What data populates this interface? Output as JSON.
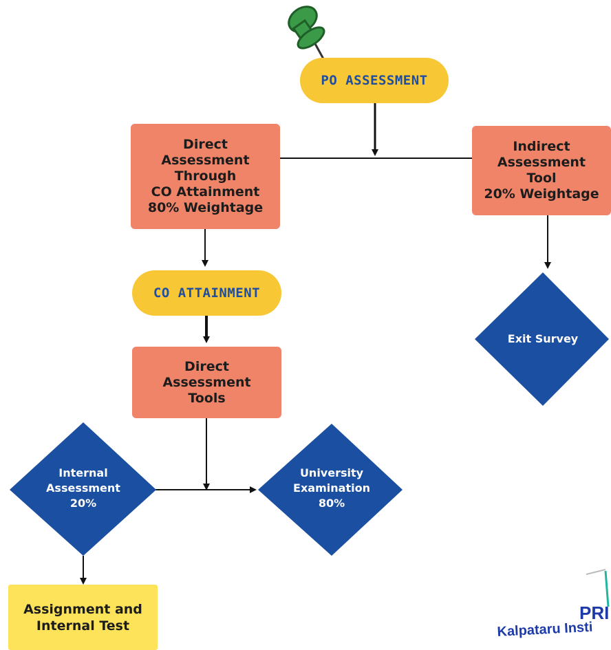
{
  "nodes": {
    "po_assessment": "PO ASSESSMENT",
    "direct_assessment_co": "Direct\nAssessment\nThrough\nCO Attainment\n80% Weightage",
    "indirect_assessment": "Indirect\nAssessment\nTool\n20% Weightage",
    "co_attainment": "CO ATTAINMENT",
    "direct_assessment_tools": "Direct\nAssessment\nTools",
    "exit_survey": "Exit Survey",
    "internal_assessment": "Internal\nAssessment\n20%",
    "university_examination": "University\nExamination\n80%",
    "assignment_internal_test": "Assignment and\nInternal Test"
  },
  "stamp": {
    "line1": "PRI",
    "line2": "Kalpataru Insti"
  },
  "colors": {
    "salmon_box": "#f08468",
    "yellow_pill": "#f8c735",
    "pill_text": "#1f4ea0",
    "diamond_blue": "#1b4fa2",
    "yellow_box": "#fde35a",
    "pin_green": "#3a9a48"
  },
  "icons": {
    "pin": "push-pin-icon"
  }
}
